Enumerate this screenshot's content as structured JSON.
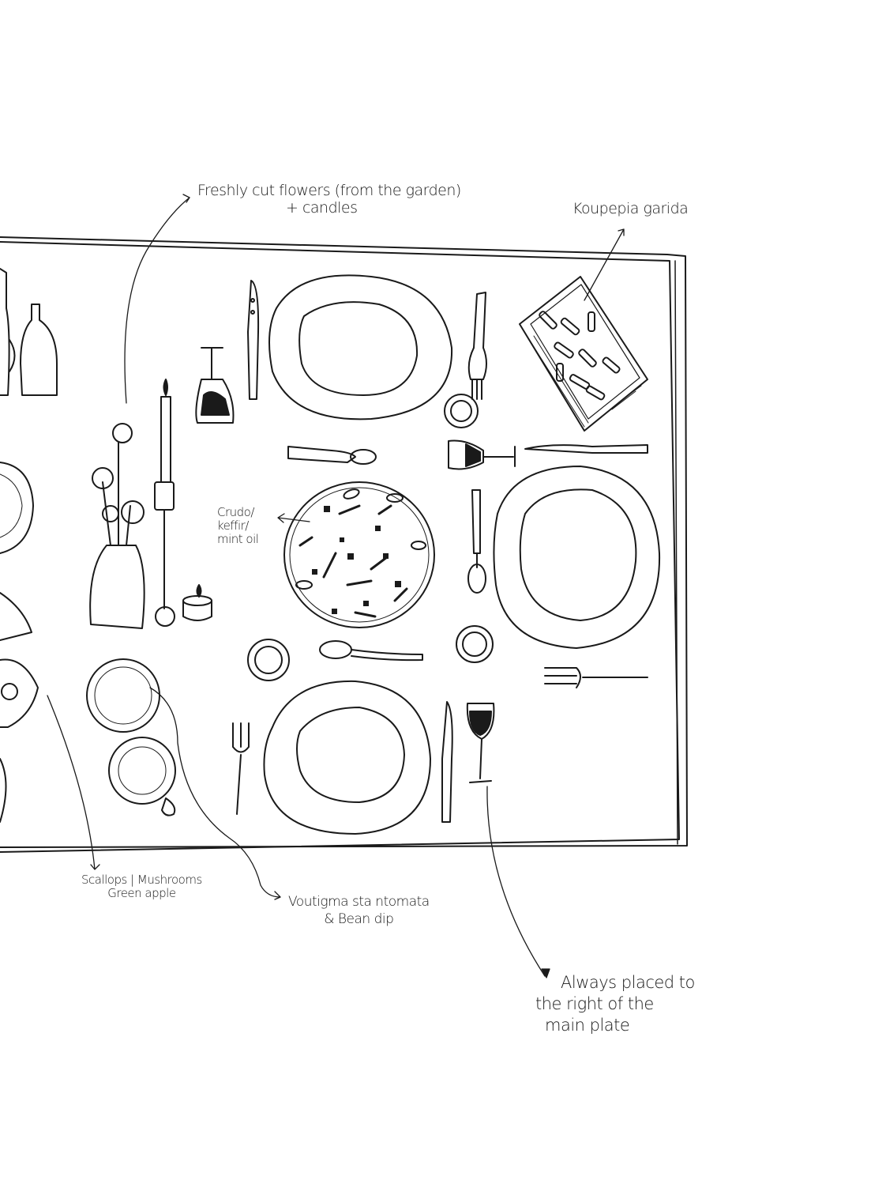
{
  "sketch": {
    "ink_color": "#1a1a1a",
    "annotations": {
      "flowers": {
        "line1": "Freshly cut flowers (from the garden)",
        "line2": "+ candles"
      },
      "koupepia": "Koupepia garida",
      "crudo": {
        "line1": "Crudo/",
        "line2": "keffir/",
        "line3": "mint oil"
      },
      "scallops": {
        "line1": "Scallops | Mushrooms",
        "line2": "Green apple"
      },
      "voutigma": {
        "line1": "Voutigma sta ntomata",
        "line2": "& Bean dip"
      },
      "wine_glass": {
        "line1": "Always placed to",
        "line2": "the right of the",
        "line3": "main plate"
      }
    }
  }
}
